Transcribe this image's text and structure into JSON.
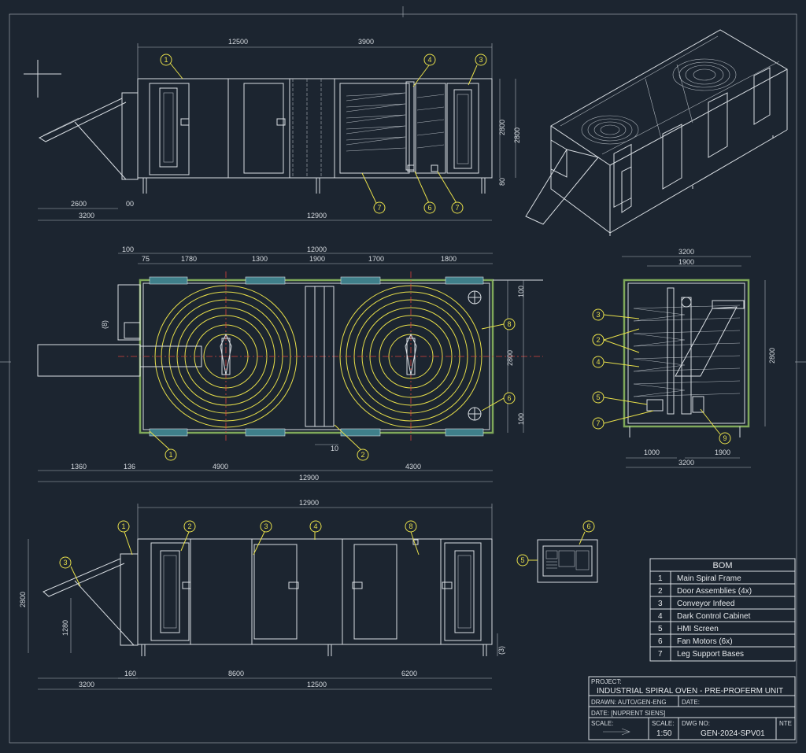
{
  "top_dims": {
    "a": "12500",
    "b": "3900",
    "c": "2600",
    "d": "00",
    "e": "3200",
    "f": "12900",
    "h1": "2800",
    "h2": "2800",
    "h3": "80"
  },
  "plan_dims": {
    "top0": "100",
    "top1": "12000",
    "t2": "75",
    "t3": "1780",
    "t4": "1300",
    "t5": "1900",
    "t6": "1700",
    "t7": "1800",
    "b1": "1360",
    "b2": "136",
    "b3": "4900",
    "b4": "4300",
    "b5": "12900",
    "b6": "10",
    "r1": "2800",
    "r2": "100",
    "r3": "100",
    "l1": "(8)"
  },
  "side_dims": {
    "top0": "3200",
    "top1": "1900",
    "b1": "1000",
    "b2": "1900",
    "b3": "3200",
    "r1": "2800"
  },
  "front_dims": {
    "top": "12900",
    "b1": "3200",
    "b2": "160",
    "b3": "8600",
    "b4": "6200",
    "b5": "12500",
    "l1": "2800",
    "l2": "1280",
    "r1": "(3)"
  },
  "balloons": {
    "top": [
      "1",
      "4",
      "3",
      "7",
      "6",
      "7"
    ],
    "plan": [
      "8",
      "6",
      "1",
      "2"
    ],
    "side": [
      "3",
      "2",
      "2",
      "4",
      "5",
      "7",
      "9"
    ],
    "front": [
      "1",
      "2",
      "3",
      "4",
      "8",
      "3"
    ],
    "hmi": [
      "6",
      "5"
    ]
  },
  "bom": {
    "title": "BOM",
    "items": [
      {
        "n": "1",
        "label": "Main Spiral Frame"
      },
      {
        "n": "2",
        "label": "Door Assemblies (4x)"
      },
      {
        "n": "3",
        "label": "Conveyor Infeed"
      },
      {
        "n": "4",
        "label": "Dark Control Cabinet"
      },
      {
        "n": "5",
        "label": "HMI Screen"
      },
      {
        "n": "6",
        "label": "Fan Motors (6x)"
      },
      {
        "n": "7",
        "label": "Leg Support Bases"
      }
    ]
  },
  "title_block": {
    "project_label": "PROJECT:",
    "project": "INDUSTRIAL SPIRAL OVEN - PRE-PROFERM UNIT",
    "drawn": "DRAWN: AUTO/GEN-ENG",
    "date_label": "DATE:",
    "date": "DATE: [NUPRENT SIENS]",
    "scale_label": "SCALE:",
    "scale_label2": "SCALE:",
    "scale": "1:50",
    "dwg_label": "DWG NO:",
    "dwg": "GEN-2024-SPV01",
    "note": "NTE"
  }
}
